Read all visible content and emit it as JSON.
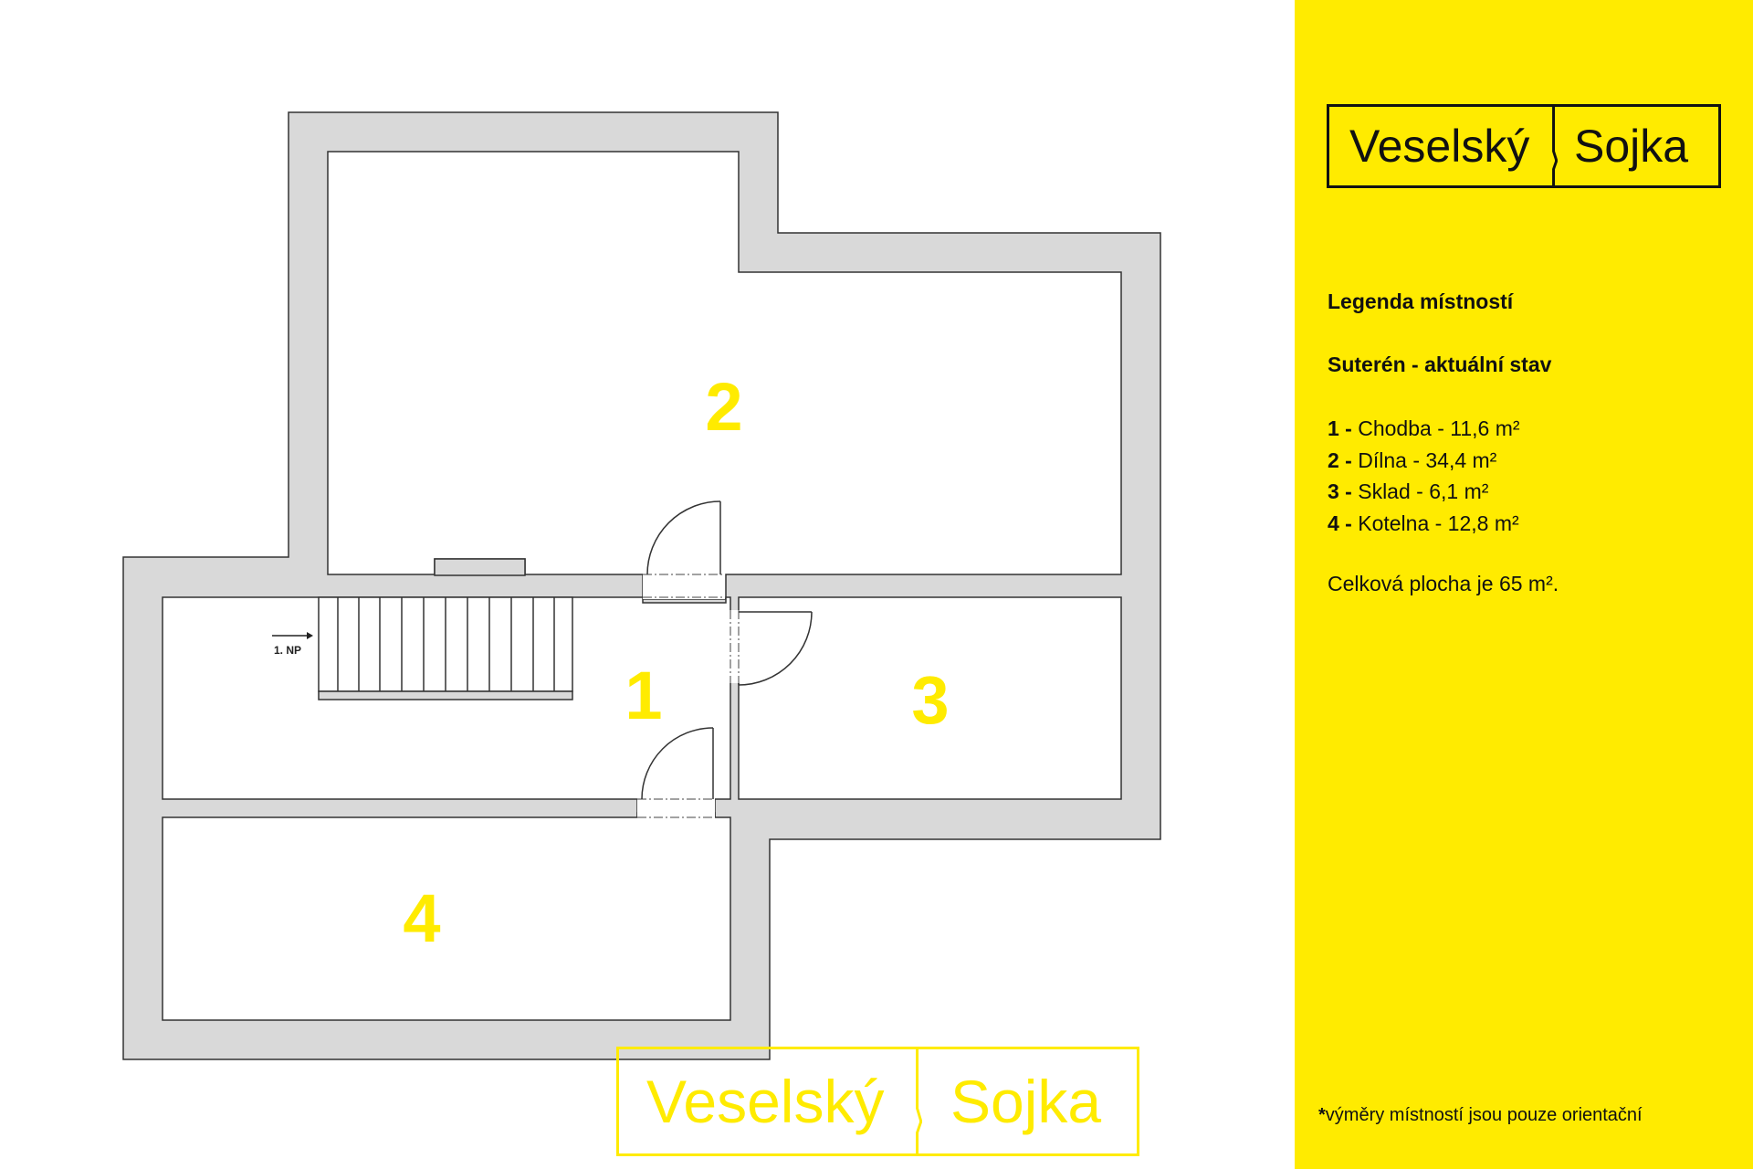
{
  "colors": {
    "accent_yellow": "#ffeb00",
    "wall_gray": "#d9d9d9",
    "outline": "#333333",
    "text": "#111111"
  },
  "logo": {
    "word1": "Veselský",
    "word2": "Sojka"
  },
  "plan": {
    "rooms": [
      {
        "id": "1",
        "label": "1"
      },
      {
        "id": "2",
        "label": "2"
      },
      {
        "id": "3",
        "label": "3"
      },
      {
        "id": "4",
        "label": "4"
      }
    ],
    "stair_label": "1. NP"
  },
  "legend": {
    "title": "Legenda místností",
    "subtitle": "Suterén - aktuální stav",
    "items": [
      {
        "num": "1 -",
        "text": " Chodba - 11,6 m²"
      },
      {
        "num": "2 -",
        "text": " Dílna - 34,4 m²"
      },
      {
        "num": "3 -",
        "text": " Sklad - 6,1 m²"
      },
      {
        "num": "4 -",
        "text": " Kotelna - 12,8 m²"
      }
    ],
    "total": "Celková plocha je 65 m².",
    "note_star": "*",
    "note": "výměry místností jsou pouze orientační"
  }
}
